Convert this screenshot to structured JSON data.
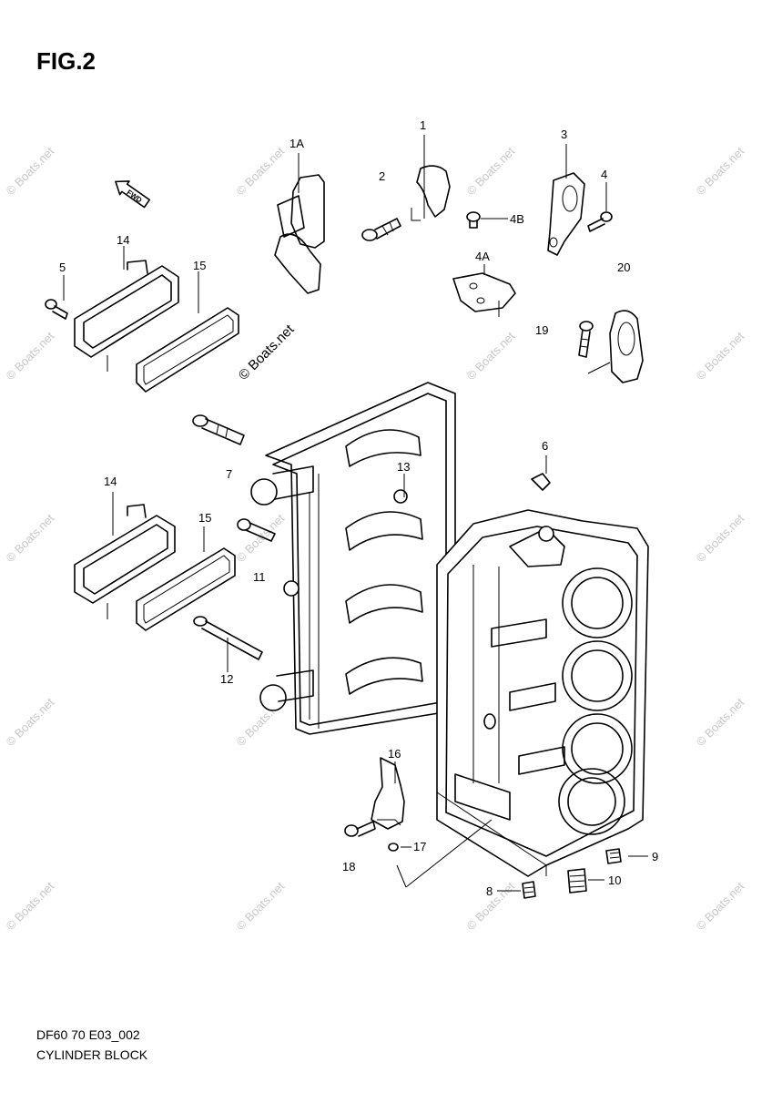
{
  "figure": {
    "title": "FIG.2",
    "code": "DF60 70 E03_002",
    "name": "CYLINDER BLOCK"
  },
  "watermark": "© Boats.net",
  "fwd_label": "FWD",
  "callouts": [
    "1A",
    "1",
    "2",
    "3",
    "4",
    "4B",
    "4A",
    "14",
    "5",
    "15",
    "20",
    "19",
    "6",
    "7",
    "13",
    "14",
    "15",
    "11",
    "12",
    "16",
    "17",
    "18",
    "9",
    "10",
    "8"
  ]
}
